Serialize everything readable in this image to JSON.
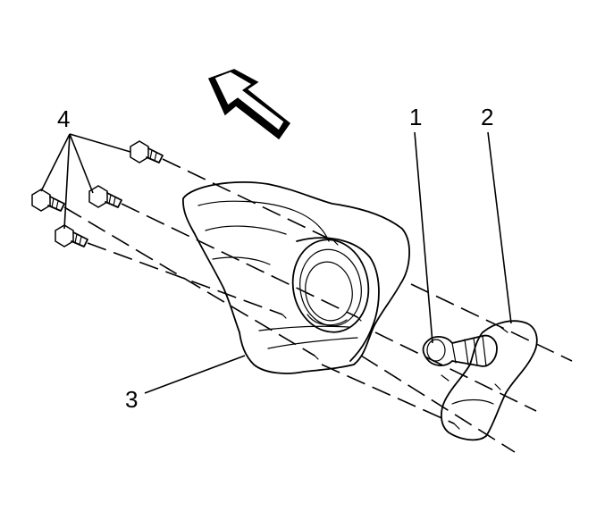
{
  "callouts": [
    {
      "id": "callout-1",
      "text": "1"
    },
    {
      "id": "callout-2",
      "text": "2"
    },
    {
      "id": "callout-3",
      "text": "3"
    },
    {
      "id": "callout-4",
      "text": "4"
    }
  ],
  "icons": {
    "direction_arrow": "forward-direction-arrow-icon",
    "bolt": "bolt-icon"
  },
  "colors": {
    "line": "#000000",
    "background": "#ffffff"
  }
}
